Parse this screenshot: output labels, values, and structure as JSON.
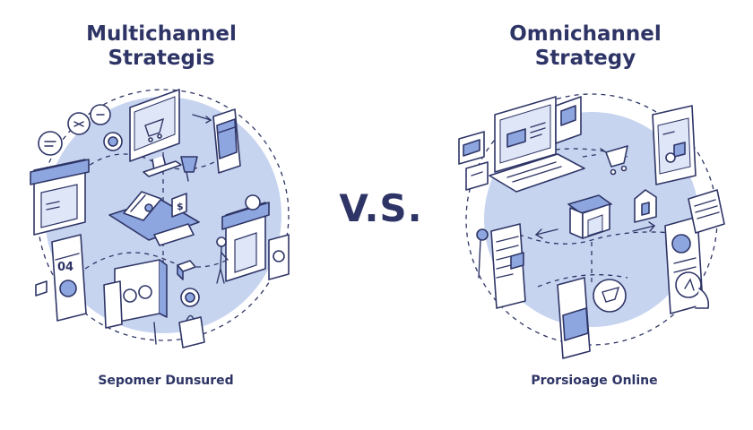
{
  "left": {
    "title_line1": "Multichannel",
    "title_line2": "Strategis",
    "caption": "Sepomer Dunsured",
    "phone_label": "04"
  },
  "right": {
    "title_line1": "Omnichannel",
    "title_line2": "Strategy",
    "caption": "Prorsioage Online"
  },
  "divider": "V.S.",
  "colors": {
    "ink": "#2e3566",
    "circle": "#c7d4f0",
    "accent": "#8ea6df",
    "paper": "#ffffff"
  }
}
